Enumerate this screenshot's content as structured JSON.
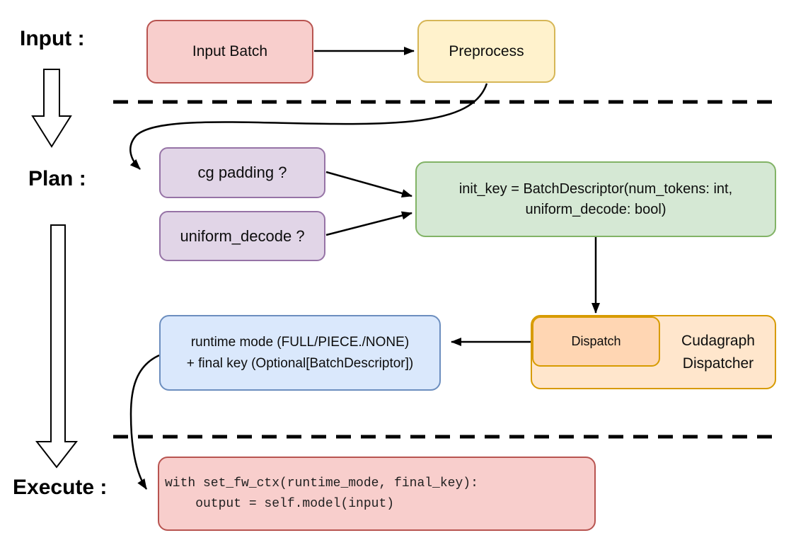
{
  "diagram": {
    "stages": {
      "input_label": "Input :",
      "plan_label": "Plan :",
      "execute_label": "Execute :"
    },
    "nodes": {
      "input_batch": {
        "label": "Input Batch",
        "fill": "#f8cecc",
        "border": "#b85450"
      },
      "preprocess": {
        "label": "Preprocess",
        "fill": "#fff2cc",
        "border": "#d6b656"
      },
      "cg_padding": {
        "label": "cg padding ?",
        "fill": "#e1d5e7",
        "border": "#9673a6"
      },
      "uniform_decode": {
        "label": "uniform_decode ?",
        "fill": "#e1d5e7",
        "border": "#9673a6"
      },
      "init_key": {
        "line1": "init_key = BatchDescriptor(num_tokens: int,",
        "line2": "uniform_decode: bool)",
        "fill": "#d5e8d4",
        "border": "#82b366"
      },
      "dispatch": {
        "label": "Dispatch",
        "fill": "#ffd6b3",
        "border": "#d79b00"
      },
      "cudagraph_dispatcher": {
        "line1": "Cudagraph",
        "line2": "Dispatcher",
        "fill": "#ffe6cc",
        "border": "#d79b00"
      },
      "runtime_final_key": {
        "line1": "runtime mode (FULL/PIECE./NONE)",
        "line2": "+ final key (Optional[BatchDescriptor])",
        "fill": "#dae8fc",
        "border": "#6c8ebf"
      },
      "execute_code": {
        "line1": "with set_fw_ctx(runtime_mode, final_key):",
        "line2": "    output = self.model(input)",
        "fill": "#f8cecc",
        "border": "#b85450"
      }
    },
    "connector_color": "#000000"
  }
}
